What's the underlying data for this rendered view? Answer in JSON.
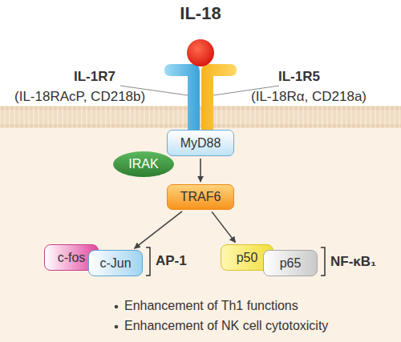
{
  "diagram": {
    "title": "IL-18",
    "nodes": [
      {
        "text": [
          "MyD88"
        ]
      },
      {
        "text": [
          "IRAK"
        ]
      },
      {
        "text": [
          "TRAF6"
        ]
      },
      {
        "text": [
          "c-fos"
        ]
      },
      {
        "text": [
          "c-Jun"
        ]
      },
      {
        "text": [
          "p50"
        ]
      },
      {
        "text": [
          "p65"
        ]
      }
    ],
    "edges": [
      {
        "from": 0,
        "to": 2,
        "arrow": "to"
      },
      {
        "from": 2,
        "to": 4,
        "arrow": "to"
      },
      {
        "from": 2,
        "to": 5,
        "arrow": "to"
      }
    ],
    "labels": [
      "IL-1R7",
      "(IL-18RAcP, CD218b)",
      "IL-1R5",
      "(IL-18Rα, CD218a)",
      "AP-1",
      "NF-κB₁",
      "Enhancement of Th1 functions",
      "Enhancement of NK cell cytotoxicity"
    ]
  }
}
